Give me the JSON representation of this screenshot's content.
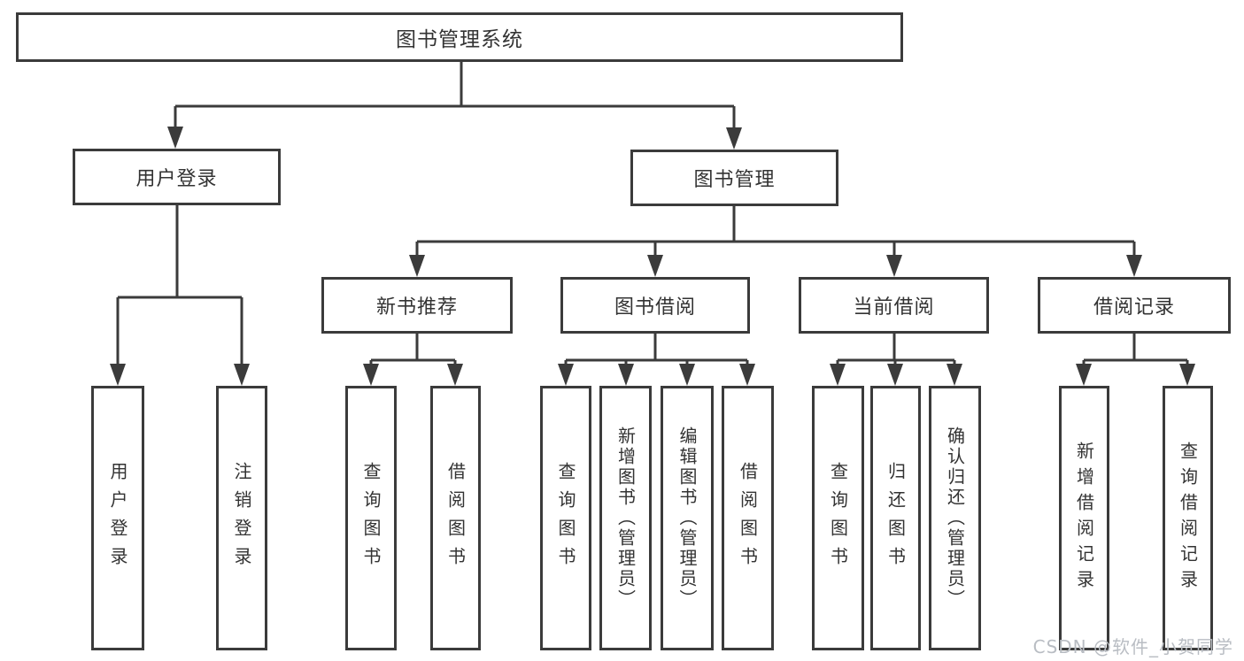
{
  "diagram": {
    "type": "tree",
    "root": {
      "label": "图书管理系统",
      "children": [
        {
          "label": "用户登录",
          "children": [
            {
              "label": "用户登录"
            },
            {
              "label": "注销登录"
            }
          ]
        },
        {
          "label": "图书管理",
          "children": [
            {
              "label": "新书推荐",
              "children": [
                {
                  "label": "查询图书"
                },
                {
                  "label": "借阅图书"
                }
              ]
            },
            {
              "label": "图书借阅",
              "children": [
                {
                  "label": "查询图书"
                },
                {
                  "label": "新增图书（管理员）"
                },
                {
                  "label": "编辑图书（管理员）"
                },
                {
                  "label": "借阅图书"
                }
              ]
            },
            {
              "label": "当前借阅",
              "children": [
                {
                  "label": "查询图书"
                },
                {
                  "label": "归还图书"
                },
                {
                  "label": "确认归还（管理员）"
                }
              ]
            },
            {
              "label": "借阅记录",
              "children": [
                {
                  "label": "新增借阅记录"
                },
                {
                  "label": "查询借阅记录"
                }
              ]
            }
          ]
        }
      ]
    }
  },
  "colors": {
    "line": "#3b3b3b",
    "text": "#333333",
    "background": "#ffffff",
    "watermark": "#b9bdc3"
  },
  "watermark": {
    "text": "CSDN @软件_小贺同学"
  }
}
